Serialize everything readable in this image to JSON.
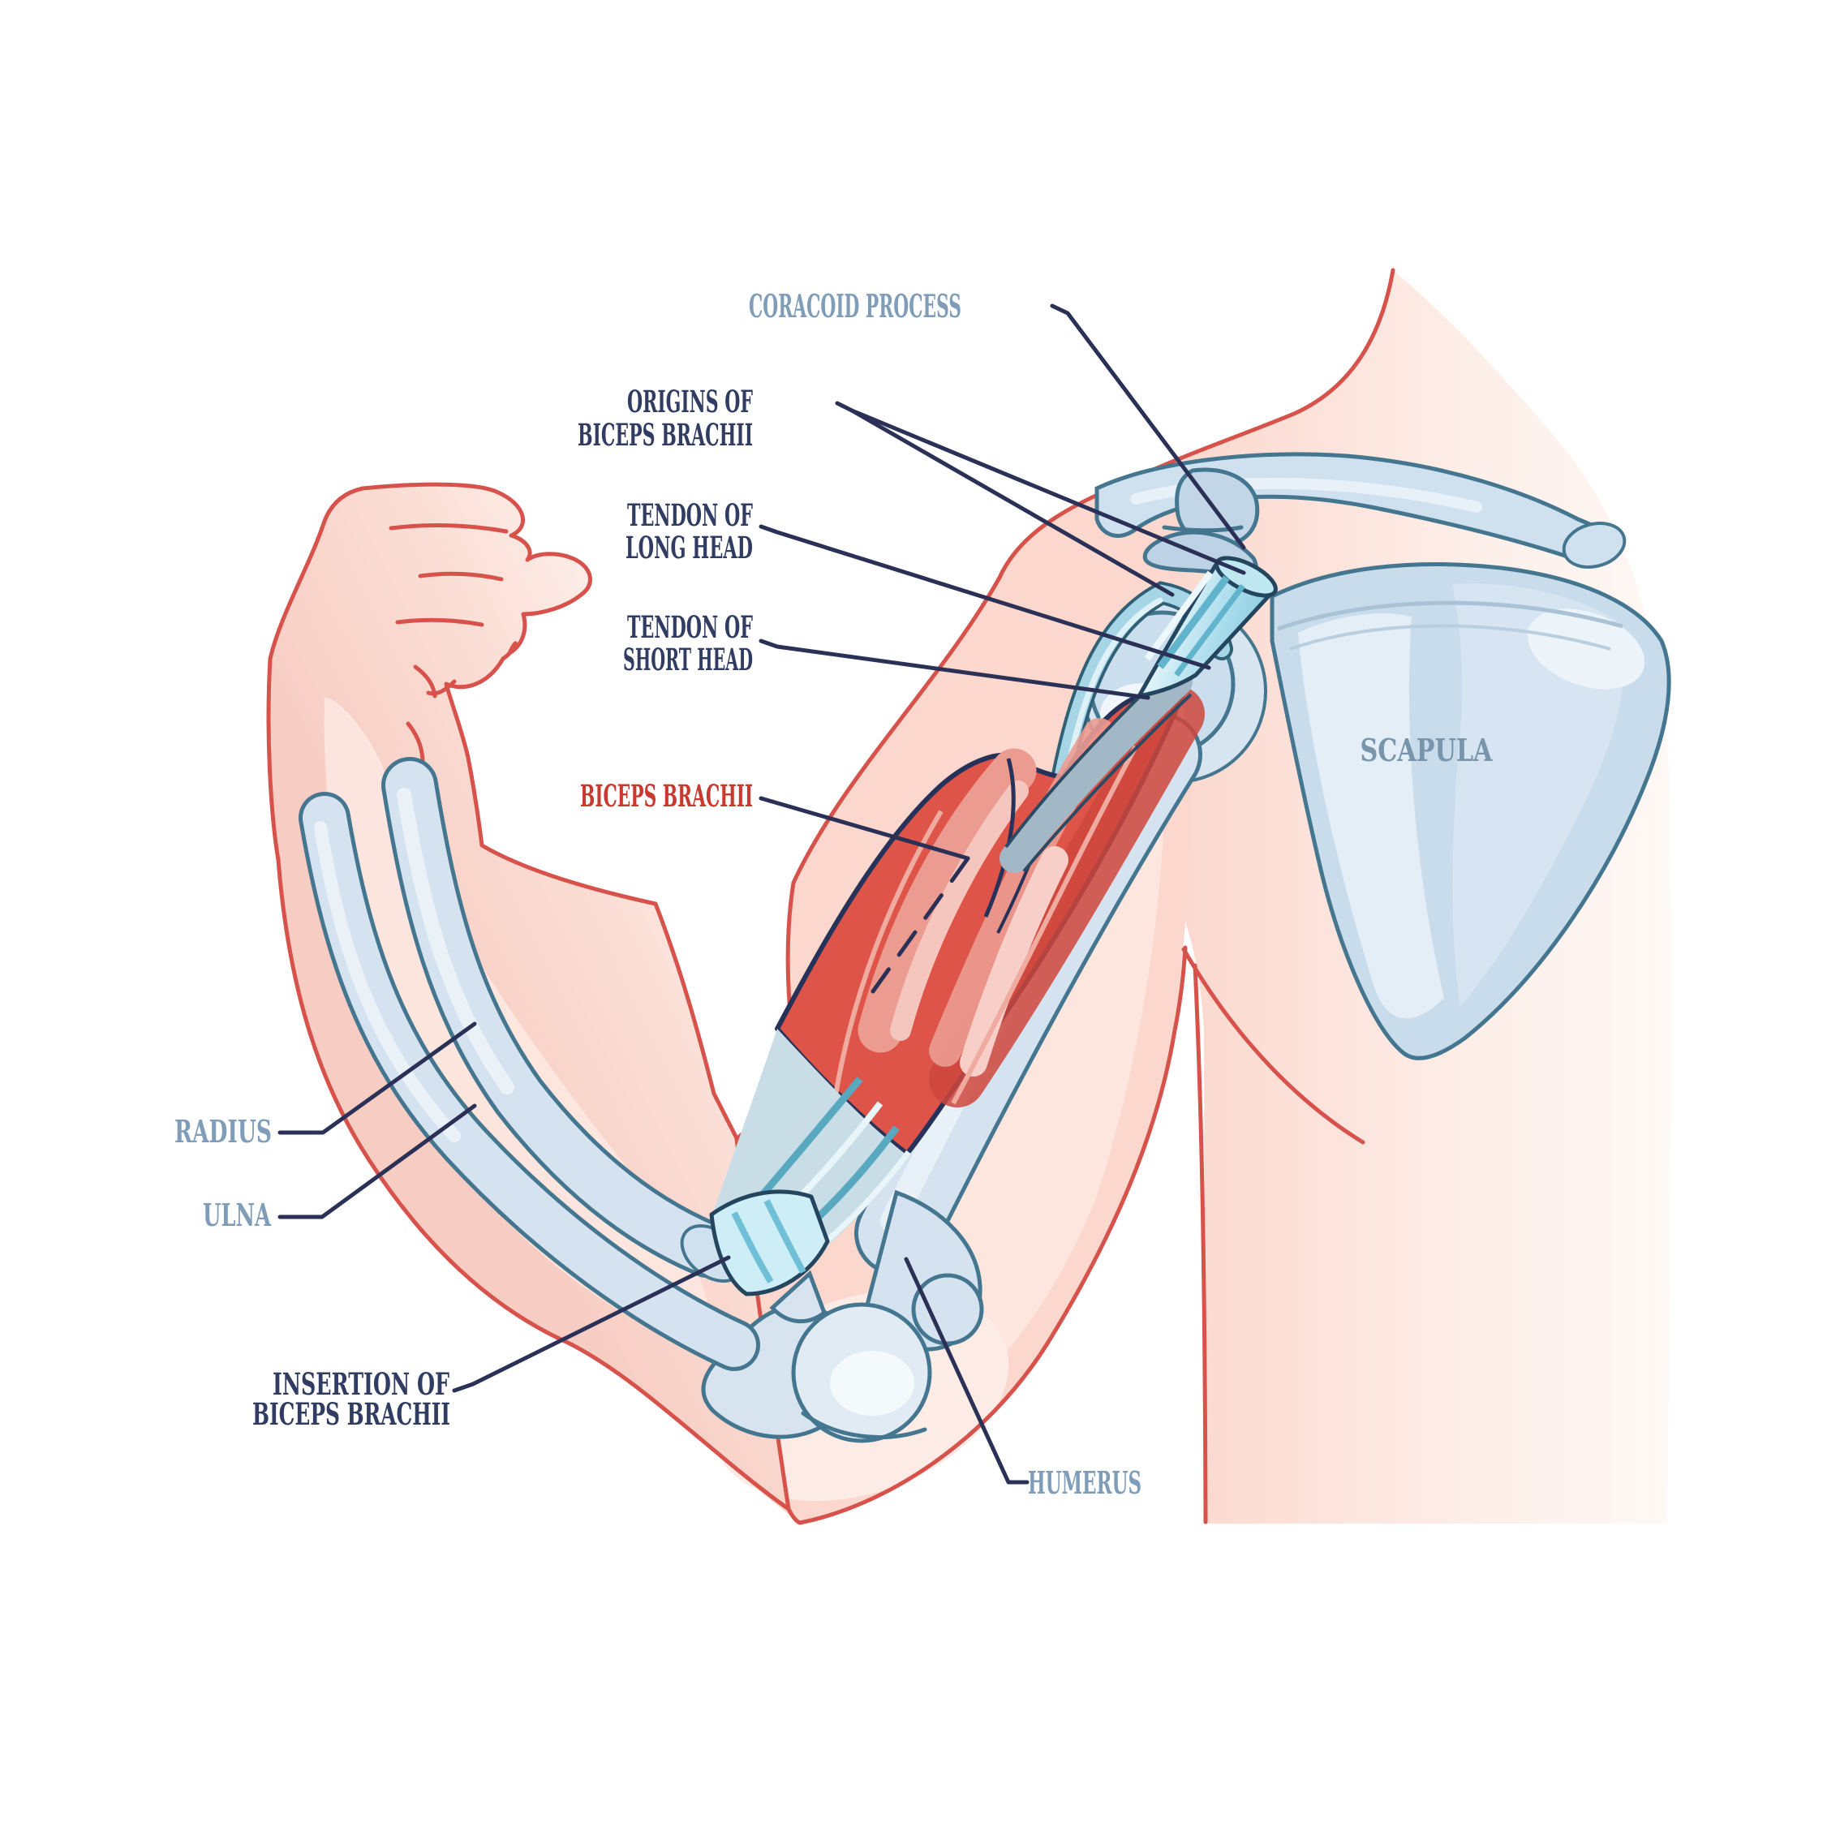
{
  "figure": {
    "type": "anatomical-diagram",
    "subject": "Biceps brachii muscle with arm and shoulder bones",
    "background": "#ffffff",
    "palette": {
      "label_navy": "#313c63",
      "label_steel_blue": "#7f9db8",
      "label_scapula": "#7995ab",
      "label_red": "#c8392e",
      "leader_line": "#2b3156",
      "skin_fill": "#fbd7cd",
      "skin_light": "#fde9e2",
      "skin_outline": "#d8524c",
      "bone_fill": "#d5e3f0",
      "bone_outline": "#45768f",
      "bone_highlight": "#eaf2f8",
      "muscle_red": "#df5449",
      "muscle_dark": "#cf463c",
      "muscle_highlight": "#f5c6be",
      "tendon_light": "#bfe7f2",
      "tendon_teal": "#62b4cc",
      "tendon_outline": "#24455e"
    },
    "labels": {
      "coracoid_process": "CORACOID PROCESS",
      "origins_line1": "ORIGINS OF",
      "origins_line2": "BICEPS BRACHII",
      "tendon_long_line1": "TENDON OF",
      "tendon_long_line2": "LONG HEAD",
      "tendon_short_line1": "TENDON OF",
      "tendon_short_line2": "SHORT HEAD",
      "biceps_brachii": "BICEPS BRACHII",
      "scapula": "SCAPULA",
      "radius": "RADIUS",
      "ulna": "ULNA",
      "insertion_line1": "INSERTION OF",
      "insertion_line2": "BICEPS BRACHII",
      "humerus": "HUMERUS"
    }
  }
}
